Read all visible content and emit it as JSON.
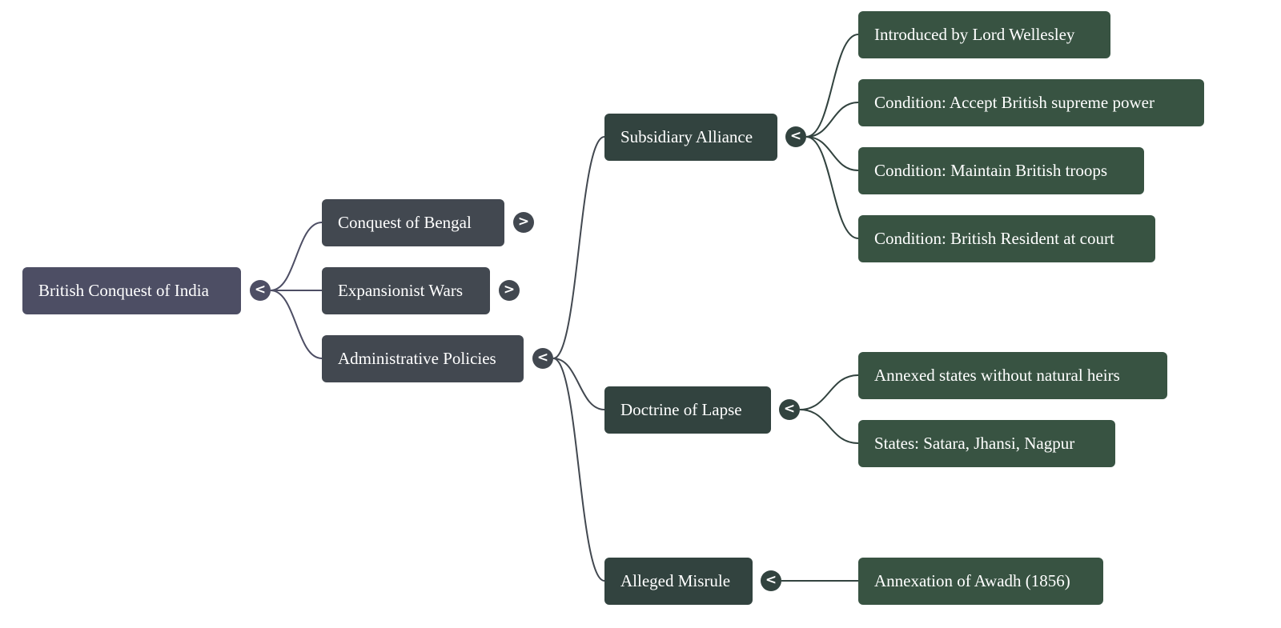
{
  "mindmap": {
    "colors": {
      "root": "#4d4e64",
      "level1": "#424850",
      "level2": "#32433f",
      "level3": "#385342",
      "edge_root": "#4d4e64",
      "edge_level1": "#424850",
      "edge_level2": "#32433f"
    },
    "root": {
      "label": "British Conquest of India",
      "toggle": "<",
      "state": "expanded",
      "children": [
        {
          "label": "Conquest of Bengal",
          "toggle": ">",
          "state": "collapsed"
        },
        {
          "label": "Expansionist Wars",
          "toggle": ">",
          "state": "collapsed"
        },
        {
          "label": "Administrative Policies",
          "toggle": "<",
          "state": "expanded",
          "children": [
            {
              "label": "Subsidiary Alliance",
              "toggle": "<",
              "state": "expanded",
              "children": [
                {
                  "label": "Introduced by Lord Wellesley"
                },
                {
                  "label": "Condition: Accept British supreme power"
                },
                {
                  "label": "Condition: Maintain British troops"
                },
                {
                  "label": "Condition: British Resident at court"
                }
              ]
            },
            {
              "label": "Doctrine of Lapse",
              "toggle": "<",
              "state": "expanded",
              "children": [
                {
                  "label": "Annexed states without natural heirs"
                },
                {
                  "label": "States: Satara, Jhansi, Nagpur"
                }
              ]
            },
            {
              "label": "Alleged Misrule",
              "toggle": "<",
              "state": "expanded",
              "children": [
                {
                  "label": "Annexation of Awadh (1856)"
                }
              ]
            }
          ]
        }
      ]
    }
  }
}
